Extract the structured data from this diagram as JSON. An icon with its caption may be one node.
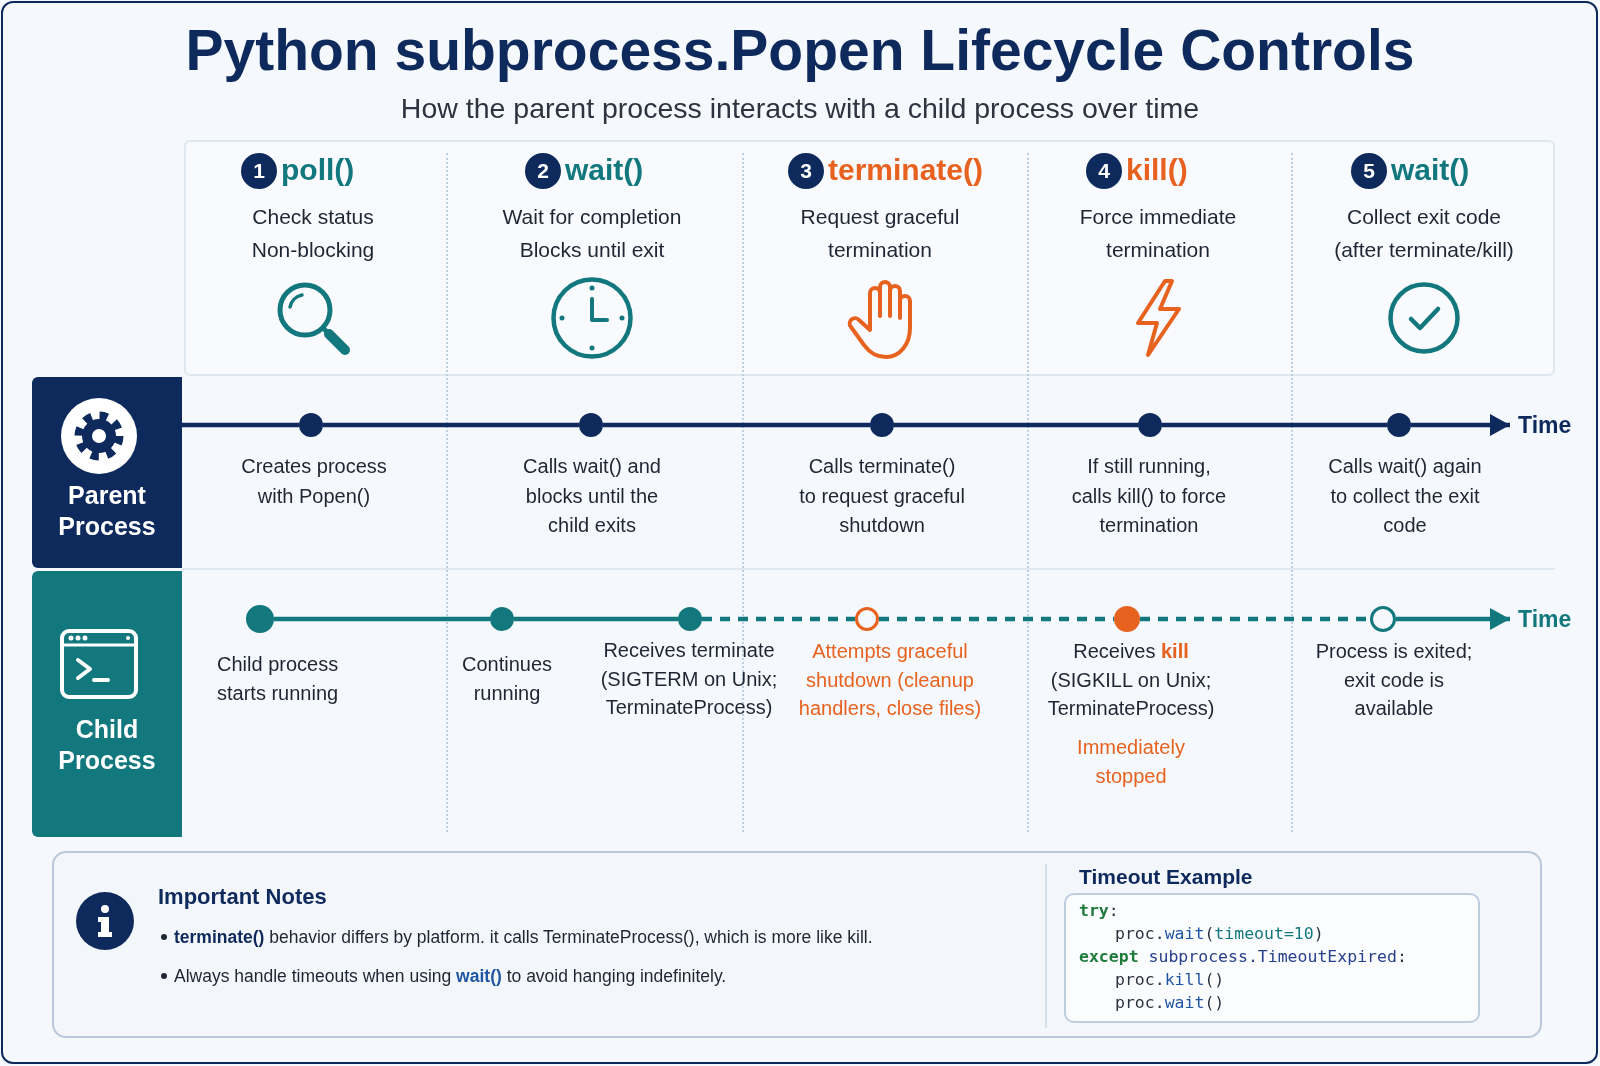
{
  "diagram": {
    "title": "Python subprocess.Popen Lifecycle Controls",
    "nodes": [
      {
        "text": [
          "1"
        ],
        "beside": [
          "poll()",
          "Check status",
          "Non-blocking"
        ]
      },
      {
        "text": [
          "2"
        ],
        "beside": [
          "wait()",
          "Wait for completion",
          "Blocks until exit"
        ]
      },
      {
        "text": [
          "3"
        ],
        "beside": [
          "terminate()",
          "Request graceful termination"
        ]
      },
      {
        "text": [
          "4"
        ],
        "beside": [
          "kill()",
          "Force immediate termination"
        ]
      },
      {
        "text": [
          "5"
        ],
        "beside": [
          "wait()",
          "Collect exit code",
          "(after terminate/kill)"
        ]
      },
      {
        "text": [
          "Parent Process"
        ]
      },
      {
        "text": [],
        "shape": "circle",
        "beside": [
          "Creates process with Popen()"
        ]
      },
      {
        "text": [],
        "shape": "circle",
        "beside": [
          "Calls wait() and blocks until the child exits"
        ]
      },
      {
        "text": [],
        "shape": "circle",
        "beside": [
          "Calls terminate() to request graceful shutdown"
        ]
      },
      {
        "text": [],
        "shape": "circle",
        "beside": [
          "If still running, calls kill() to force termination"
        ]
      },
      {
        "text": [],
        "shape": "circle",
        "beside": [
          "Calls wait() again to collect the exit code"
        ]
      },
      {
        "text": [
          "Time"
        ]
      },
      {
        "text": [
          "Child Process"
        ]
      },
      {
        "text": [],
        "shape": "circle",
        "beside": [
          "Child process starts running"
        ]
      },
      {
        "text": [],
        "shape": "circle",
        "beside": [
          "Continues running"
        ]
      },
      {
        "text": [],
        "shape": "circle",
        "beside": [
          "Receives terminate (SIGTERM on Unix; TerminateProcess)"
        ]
      },
      {
        "text": [],
        "shape": "circle",
        "beside": [
          "Attempts graceful shutdown (cleanup handlers, close files)"
        ]
      },
      {
        "text": [],
        "shape": "circle",
        "beside": [
          "Receives **kill** (SIGKILL on Unix; TerminateProcess)",
          "Immediately stopped"
        ]
      },
      {
        "text": [],
        "shape": "circle",
        "beside": [
          "Process is exited; exit code is available"
        ]
      },
      {
        "text": [
          "Time"
        ]
      },
      {
        "text": [
          "Important Notes",
          "**terminate()** behavior differs by platform. it calls TerminateProcess(), which is more like kill.",
          "Always handle timeouts when using **wait()** to avoid hanging indefinitely."
        ]
      },
      {
        "text": [
          "Timeout Example",
          "try:",
          "proc.wait(timeout=10)",
          "except subprocess.TimeoutExpired:",
          "proc.kill()",
          "proc.wait()"
        ],
        "in": 20
      }
    ],
    "edges": [
      {
        "from": 5,
        "to": 6,
        "arrow": "none"
      },
      {
        "from": 6,
        "to": 7,
        "arrow": "none"
      },
      {
        "from": 7,
        "to": 8,
        "arrow": "none"
      },
      {
        "from": 8,
        "to": 9,
        "arrow": "none"
      },
      {
        "from": 9,
        "to": 10,
        "arrow": "none"
      },
      {
        "from": 10,
        "to": 11,
        "arrow": "to"
      },
      {
        "from": 13,
        "to": 14,
        "arrow": "none",
        "color": "#12787e"
      },
      {
        "from": 14,
        "to": 15,
        "arrow": "none",
        "color": "#12787e"
      },
      {
        "from": 15,
        "to": 16,
        "arrow": "none",
        "style": "dashed",
        "color": "#12787e"
      },
      {
        "from": 16,
        "to": 17,
        "arrow": "none",
        "style": "dashed",
        "color": "#12787e"
      },
      {
        "from": 17,
        "to": 18,
        "arrow": "none",
        "style": "dashed",
        "color": "#12787e"
      },
      {
        "from": 18,
        "to": 19,
        "arrow": "to",
        "color": "#12787e"
      }
    ],
    "labels": [
      "How the parent process interacts with a child process over time"
    ]
  }
}
